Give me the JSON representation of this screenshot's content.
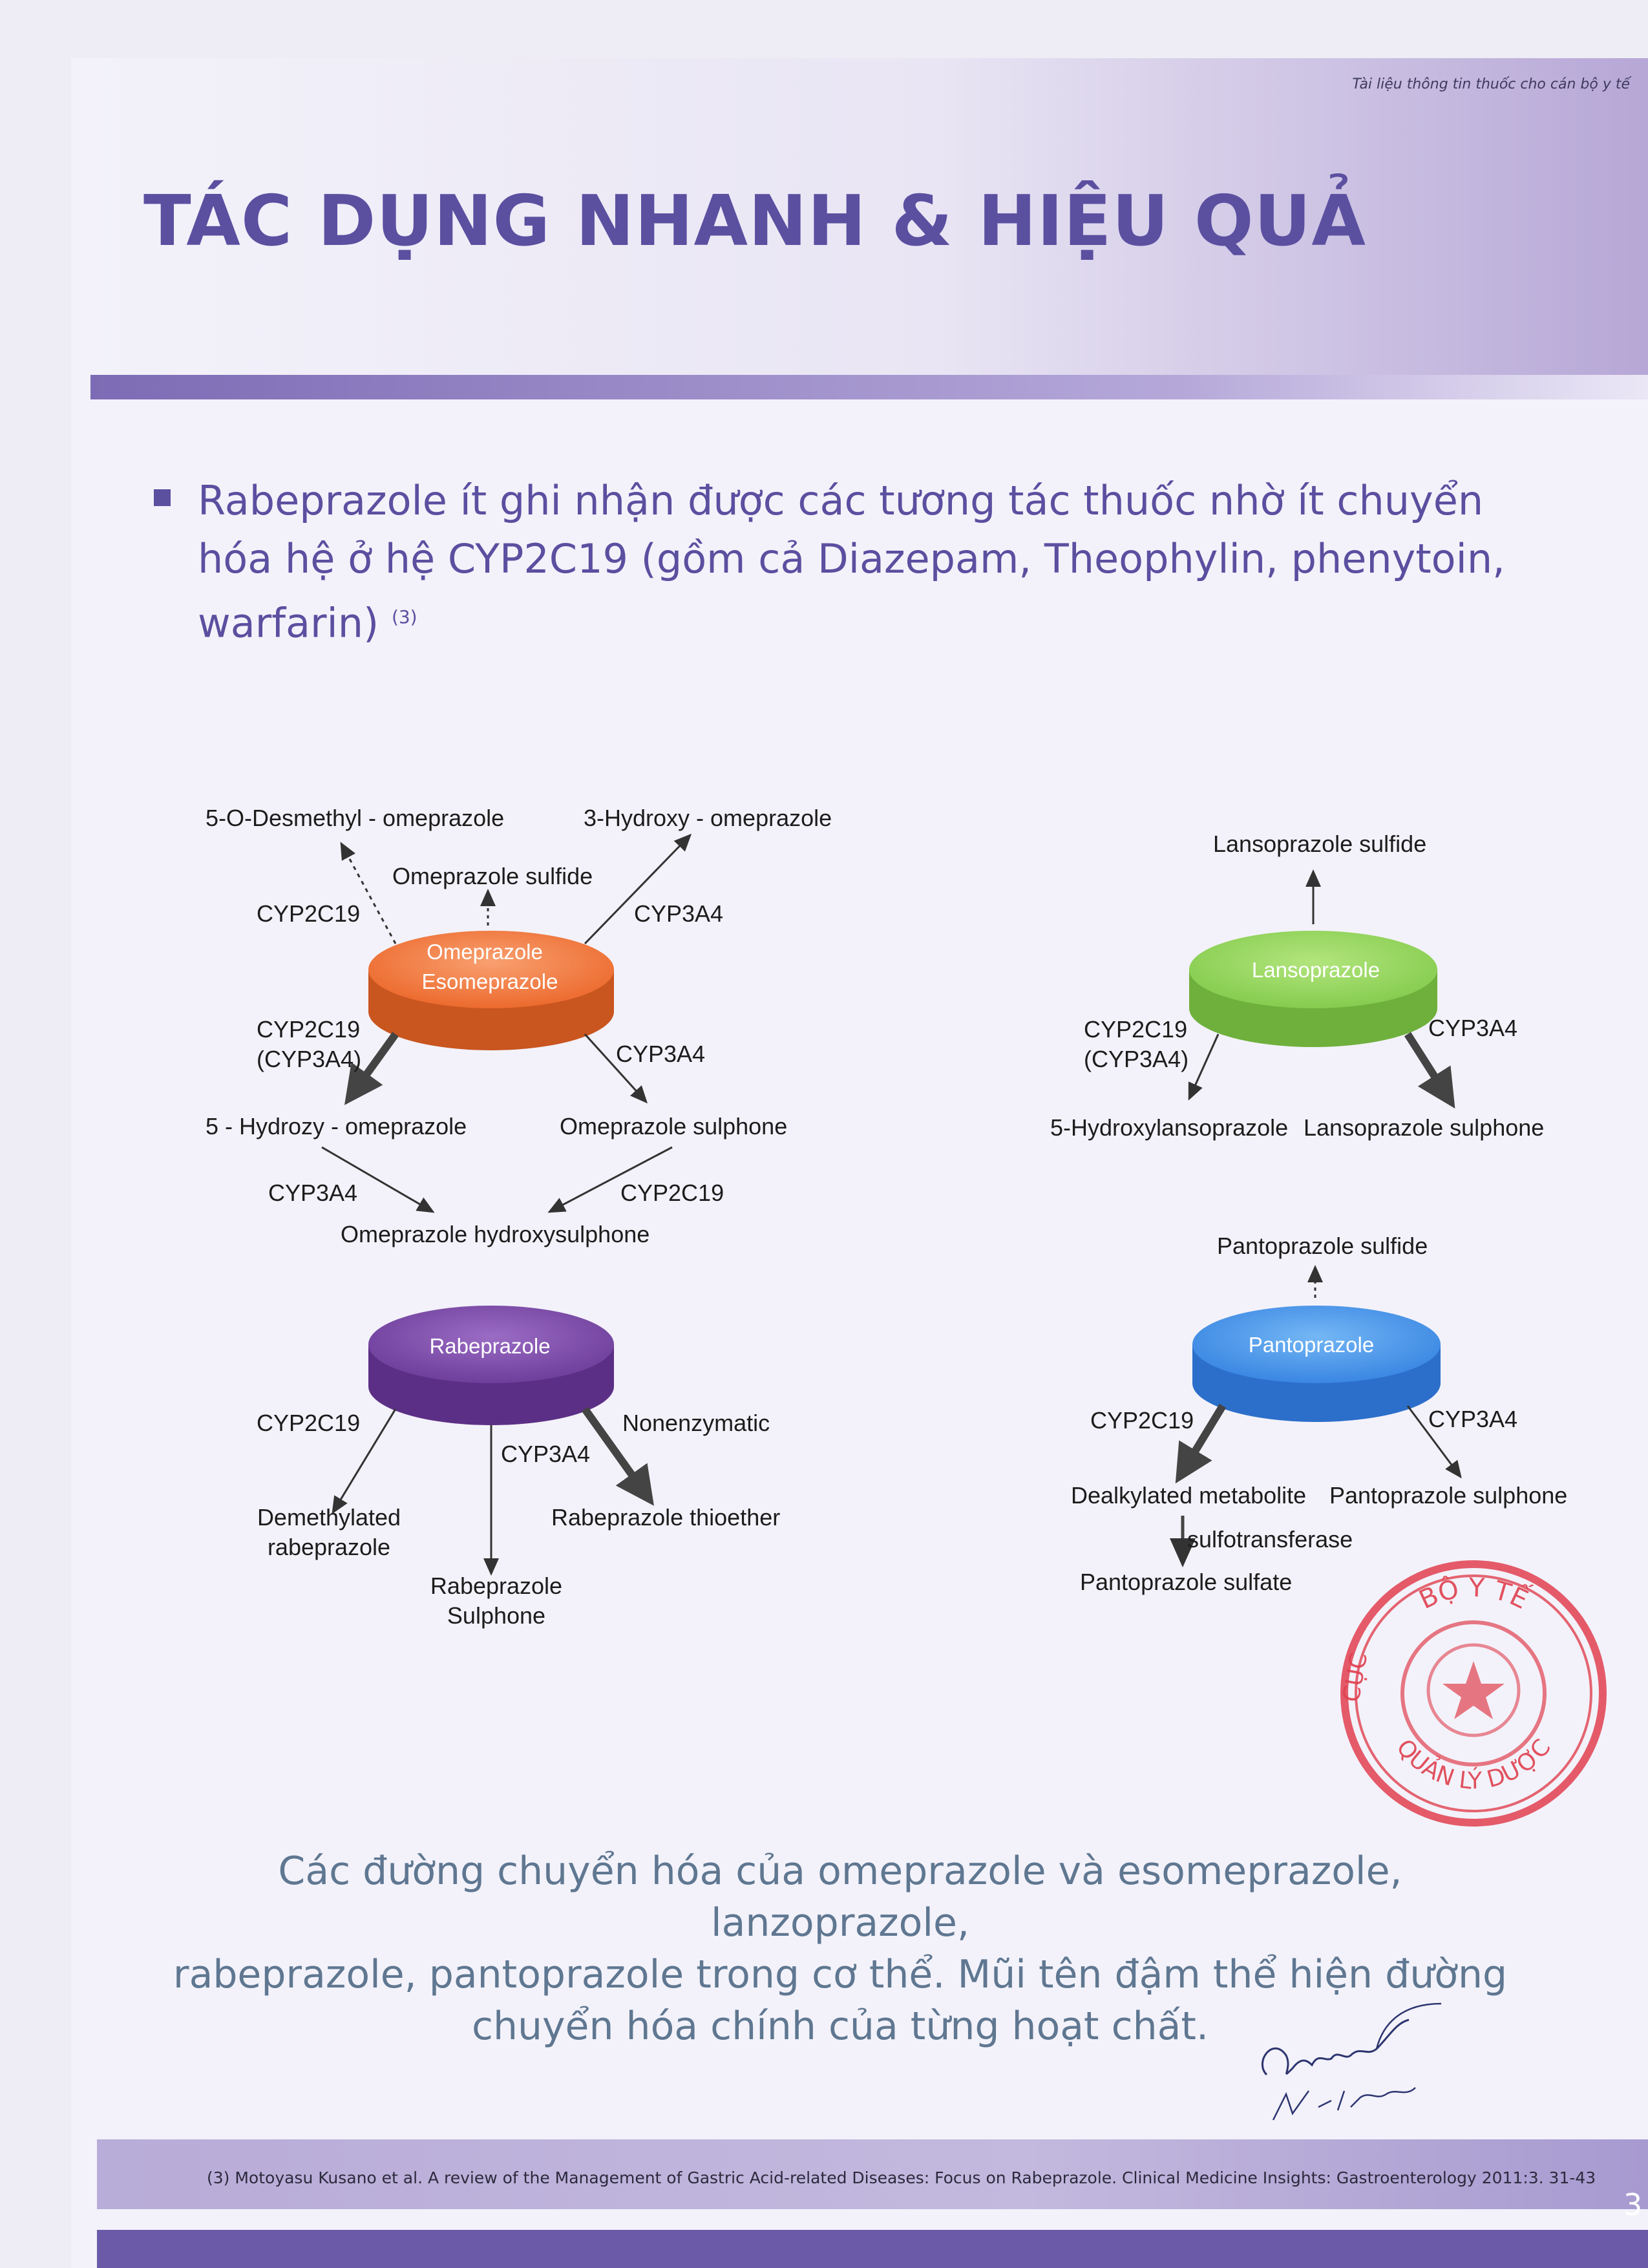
{
  "header": {
    "note": "Tài liệu thông tin thuốc cho cán bộ y tế",
    "title": "TÁC DỤNG NHANH & HIỆU QUẢ"
  },
  "bullet": {
    "text": "Rabeprazole  ít   ghi nhận được các tương tác thuốc nhờ  ít chuyển hóa hệ ở hệ CYP2C19 (gồm cả Diazepam, Theophylin, phenytoin, warfarin)",
    "ref": "(3)"
  },
  "diagram": {
    "omeprazole": {
      "disc_line1": "Omeprazole",
      "disc_line2": "Esomeprazole",
      "desmethyl": "5-O-Desmethyl - omeprazole",
      "hydroxy3": "3-Hydroxy - omeprazole",
      "sulfide": "Omeprazole sulfide",
      "cyp2c19_top": "CYP2C19",
      "cyp3a4_top": "CYP3A4",
      "cyp2c19_main": "CYP2C19",
      "cyp3a4_paren": "(CYP3A4)",
      "cyp3a4_right": "CYP3A4",
      "hydroxy5": "5 - Hydrozy - omeprazole",
      "sulphone": "Omeprazole sulphone",
      "cyp3a4_bottom": "CYP3A4",
      "cyp2c19_bottom": "CYP2C19",
      "hydroxysulphone": "Omeprazole hydroxysulphone"
    },
    "lansoprazole": {
      "disc": "Lansoprazole",
      "sulfide": "Lansoprazole sulfide",
      "cyp2c19": "CYP2C19",
      "cyp3a4_paren": "(CYP3A4)",
      "cyp3a4": "CYP3A4",
      "hydroxy": "5-Hydroxylansoprazole",
      "sulphone": "Lansoprazole sulphone"
    },
    "rabeprazole": {
      "disc": "Rabeprazole",
      "cyp2c19": "CYP2C19",
      "cyp3a4": "CYP3A4",
      "nonenzymatic": "Nonenzymatic",
      "demethylated_1": "Demethylated",
      "demethylated_2": "rabeprazole",
      "sulphone_1": "Rabeprazole",
      "sulphone_2": "Sulphone",
      "thioether": "Rabeprazole thioether"
    },
    "pantoprazole": {
      "disc": "Pantoprazole",
      "sulfide": "Pantoprazole sulfide",
      "cyp2c19": "CYP2C19",
      "cyp3a4": "CYP3A4",
      "dealkylated": "Dealkylated metabolite",
      "sulphone": "Pantoprazole sulphone",
      "sulfotransferase": "sulfotransferase",
      "sulfate": "Pantoprazole sulfate"
    }
  },
  "caption": {
    "line1": "Các đường chuyển hóa của omeprazole và esomeprazole, lanzoprazole,",
    "line2": "rabeprazole, pantoprazole trong cơ thể. Mũi tên đậm thể hiện đường",
    "line3": "chuyển hóa chính của từng hoạt chất."
  },
  "stamp": {
    "top": "BỘ Y TẾ",
    "left": "CỤC",
    "bottom": "QUẢN LÝ DƯỢC"
  },
  "footer": {
    "reference": "(3) Motoyasu Kusano et al. A review of the Management of Gastric Acid-related Diseases: Focus on Rabeprazole. Clinical Medicine Insights: Gastroenterology 2011:3. 31-43",
    "page_number": "3"
  },
  "colors": {
    "title": "#5b4fa0",
    "omeprazole_disc": "#ef6a33",
    "lansoprazole_disc": "#8fd15a",
    "rabeprazole_disc": "#7a4aa6",
    "pantoprazole_disc": "#3f8fe8",
    "stamp": "#e0404f",
    "caption": "#5f7791"
  }
}
